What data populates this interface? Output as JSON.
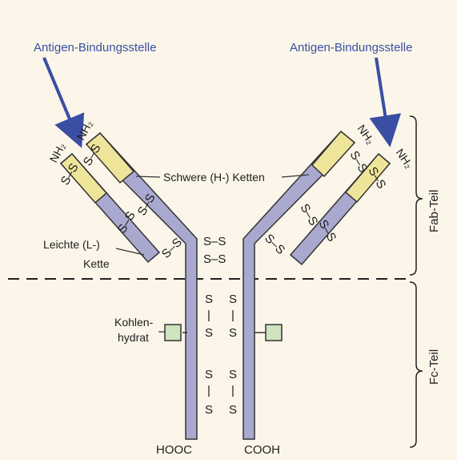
{
  "labels": {
    "antigen_left": "Antigen-Bindungsstelle",
    "antigen_right": "Antigen-Bindungsstelle",
    "heavy_chains": "Schwere (H-) Ketten",
    "light_chain_line1": "Leichte (L-)",
    "light_chain_line2": "Kette",
    "carbohydrate_line1": "Kohlen-",
    "carbohydrate_line2": "hydrat",
    "fab_part": "Fab-Teil",
    "fc_part": "Fc-Teil",
    "hooc": "HOOC",
    "cooh": "COOH",
    "nh2": "NH₂",
    "s": "S",
    "bridge": "S–S",
    "bond": "|"
  },
  "colors": {
    "background": "#fbf6e9",
    "constant_region": "#a9a9d0",
    "variable_region": "#efe59a",
    "carbohydrate": "#cfe3bf",
    "arrow": "#3a4fa3"
  }
}
